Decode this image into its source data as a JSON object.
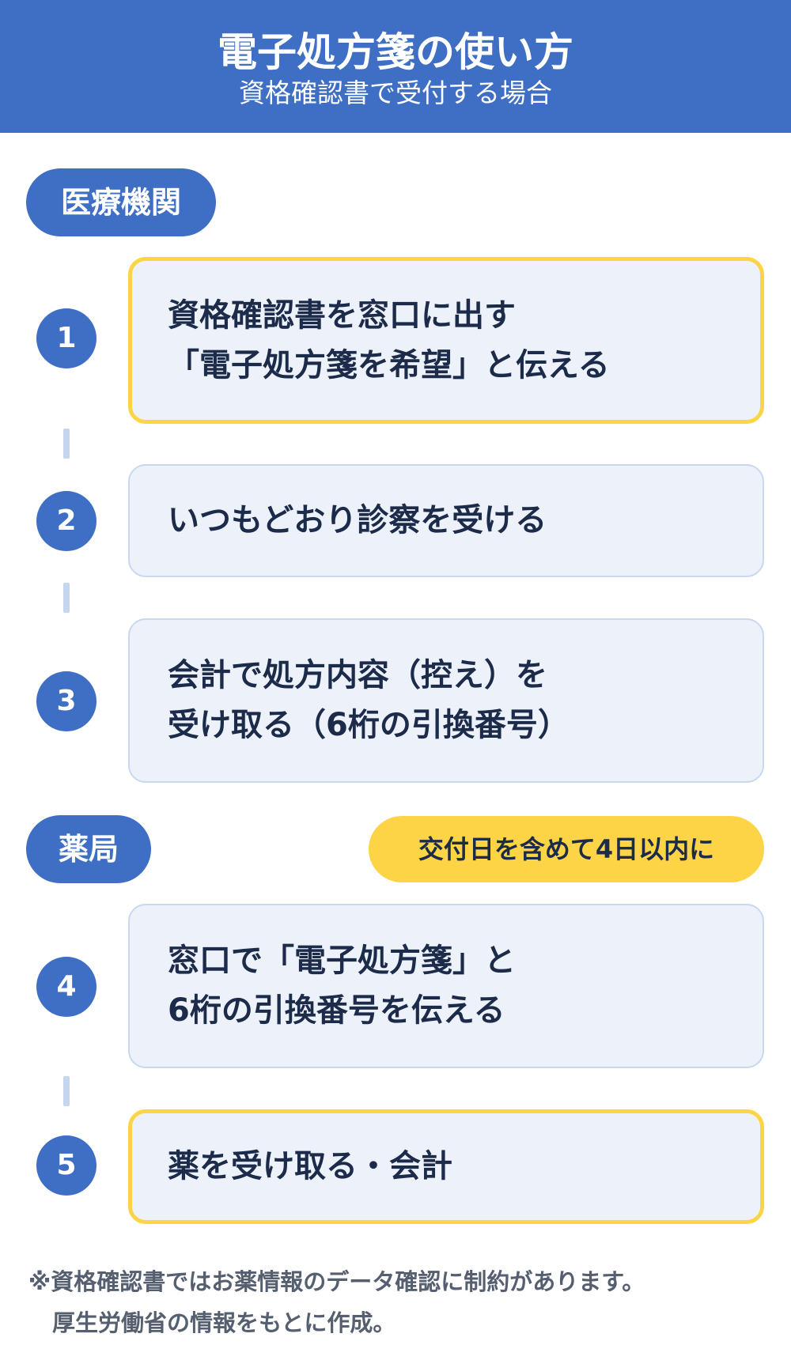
{
  "header": {
    "title": "電子処方箋の使い方",
    "subtitle": "資格確認書で受付する場合"
  },
  "sections": {
    "clinic": "医療機関",
    "pharmacy": "薬局",
    "pharmacy_note": "交付日を含めて4日以内に"
  },
  "steps": [
    {
      "number": "1",
      "lines": [
        "資格確認書を窓口に出す",
        "「電子処方箋を希望」と伝える"
      ],
      "highlighted": true
    },
    {
      "number": "2",
      "lines": [
        "いつもどおり診察を受ける"
      ],
      "highlighted": false
    },
    {
      "number": "3",
      "lines": [
        "会計で処方内容（控え）を",
        "受け取る（6桁の引換番号）"
      ],
      "highlighted": false
    },
    {
      "number": "4",
      "lines": [
        "窓口で「電子処方箋」と",
        "6桁の引換番号を伝える"
      ],
      "highlighted": false
    },
    {
      "number": "5",
      "lines": [
        "薬を受け取る・会計"
      ],
      "highlighted": true
    }
  ],
  "footnote": {
    "line1": "※資格確認書ではお薬情報のデータ確認に制約があります。",
    "line2": "厚生労働省の情報をもとに作成。"
  },
  "colors": {
    "primary_blue": "#3e6fc4",
    "highlight_yellow": "#fcd446",
    "card_background": "#edf2fa",
    "text_dark": "#1c2b4a"
  }
}
